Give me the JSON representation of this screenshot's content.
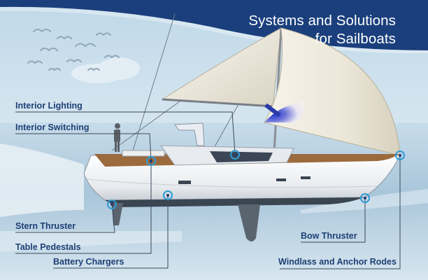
{
  "title": {
    "line1": "Systems and Solutions",
    "line2": "for Sailboats"
  },
  "callouts": [
    "Interior Lighting",
    "Interior Switching",
    "Stern Thruster",
    "Table Pedestals",
    "Battery Chargers",
    "Bow Thruster",
    "Windlass and Anchor Rodes"
  ],
  "colors": {
    "banner": "#1a3f7c",
    "label_text": "#1d3f75",
    "leader_line": "#3b4858",
    "hotspot": "#2e9bd6",
    "sky": "#cfe3ef",
    "water": "#9ebfd6",
    "hull": "#f4f4f4",
    "deck": "#9b6a3d",
    "sail": "#f3f0e6"
  }
}
